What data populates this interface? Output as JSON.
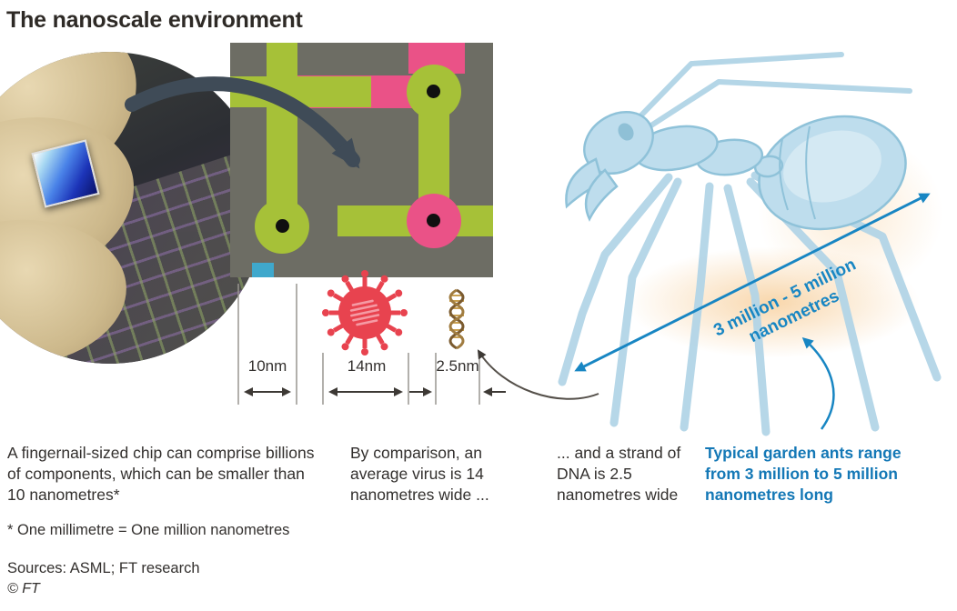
{
  "title": "The nanoscale environment",
  "measurements": {
    "chip": {
      "value": "10nm"
    },
    "virus": {
      "value": "14nm"
    },
    "dna": {
      "value": "2.5nm"
    },
    "ant": {
      "line1": "3 million - 5 million",
      "line2": "nanometres"
    }
  },
  "captions": {
    "chip": "A fingernail-sized chip can comprise billions of components, which can be smaller than 10 nanometres*",
    "virus": "By comparison, an average virus is 14 nanometres wide ...",
    "dna": "... and a strand of DNA is 2.5 nanometres wide",
    "ant": "Typical garden ants range from 3 million to 5 million nanometres long"
  },
  "footnote": "* One millimetre = One million nanometres",
  "sources": "Sources: ASML; FT research",
  "copyright": "© FT",
  "colors": {
    "accent_blue": "#1886c3",
    "circuit_green": "#a6c138",
    "circuit_pink": "#ea5287",
    "virus_red": "#e8434f",
    "ant_blue": "#bedded",
    "diagram_bg": "#6d6d64",
    "text": "#33302e"
  }
}
